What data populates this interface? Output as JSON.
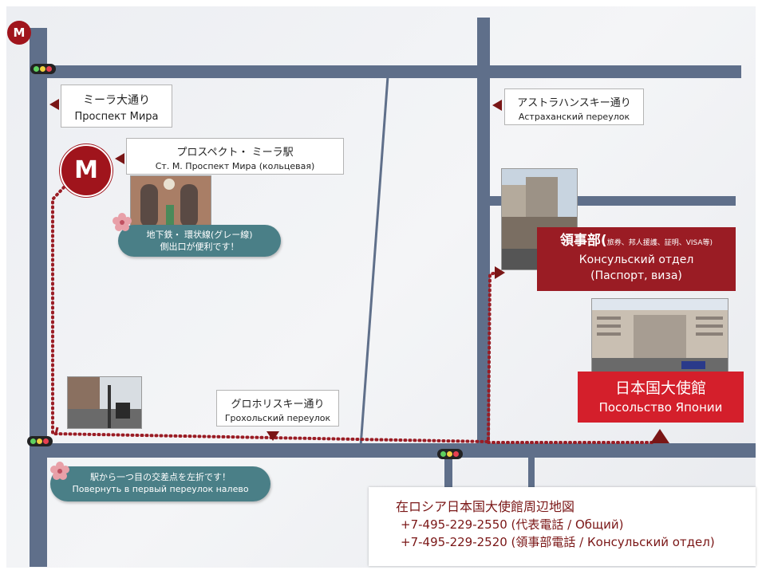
{
  "metro_small_letter": "M",
  "metro_big_letter": "M",
  "labels": {
    "mira": {
      "jp": "ミーラ大通り",
      "ru": "Проспект Мира"
    },
    "astrakhan": {
      "jp": "アストラハンスキー通り",
      "ru": "Астраханский переулок"
    },
    "station": {
      "jp": "プロスペクト・ ミーラ駅",
      "ru": "Ст. М. Проспект Мира (кольцевая)"
    },
    "grokholsky": {
      "jp": "グロホリスキー通り",
      "ru": "Грохольский переулок"
    }
  },
  "bubbles": {
    "subway": {
      "line1": "地下鉄・ 環状線(グレー線)",
      "line2": "側出口が便利です！"
    },
    "turn": {
      "line1": "駅から一つ目の交差点を左折です！",
      "line2": "Повернуть в первый переулок налево"
    }
  },
  "consular": {
    "title": "領事部(",
    "title_small": "旅券、邦人援護、証明、VISA等)",
    "ru1": "Консульский отдел",
    "ru2": "(Паспорт, виза)"
  },
  "embassy": {
    "jp": "日本国大使館",
    "ru": "Посольство Японии"
  },
  "info": {
    "title": "在ロシア日本国大使館周辺地図",
    "phone1": "+7-495-229-2550 (代表電話 / Общий)",
    "phone2": "+7-495-229-2520 (領事部電話 / Консульский отдел)"
  },
  "colors": {
    "road": "#5f6f8a",
    "consular_bg": "#9a1c24",
    "embassy_bg": "#d41f2b",
    "bubble_bg": "#4a7f87",
    "route_dots": "#9a1c24"
  }
}
